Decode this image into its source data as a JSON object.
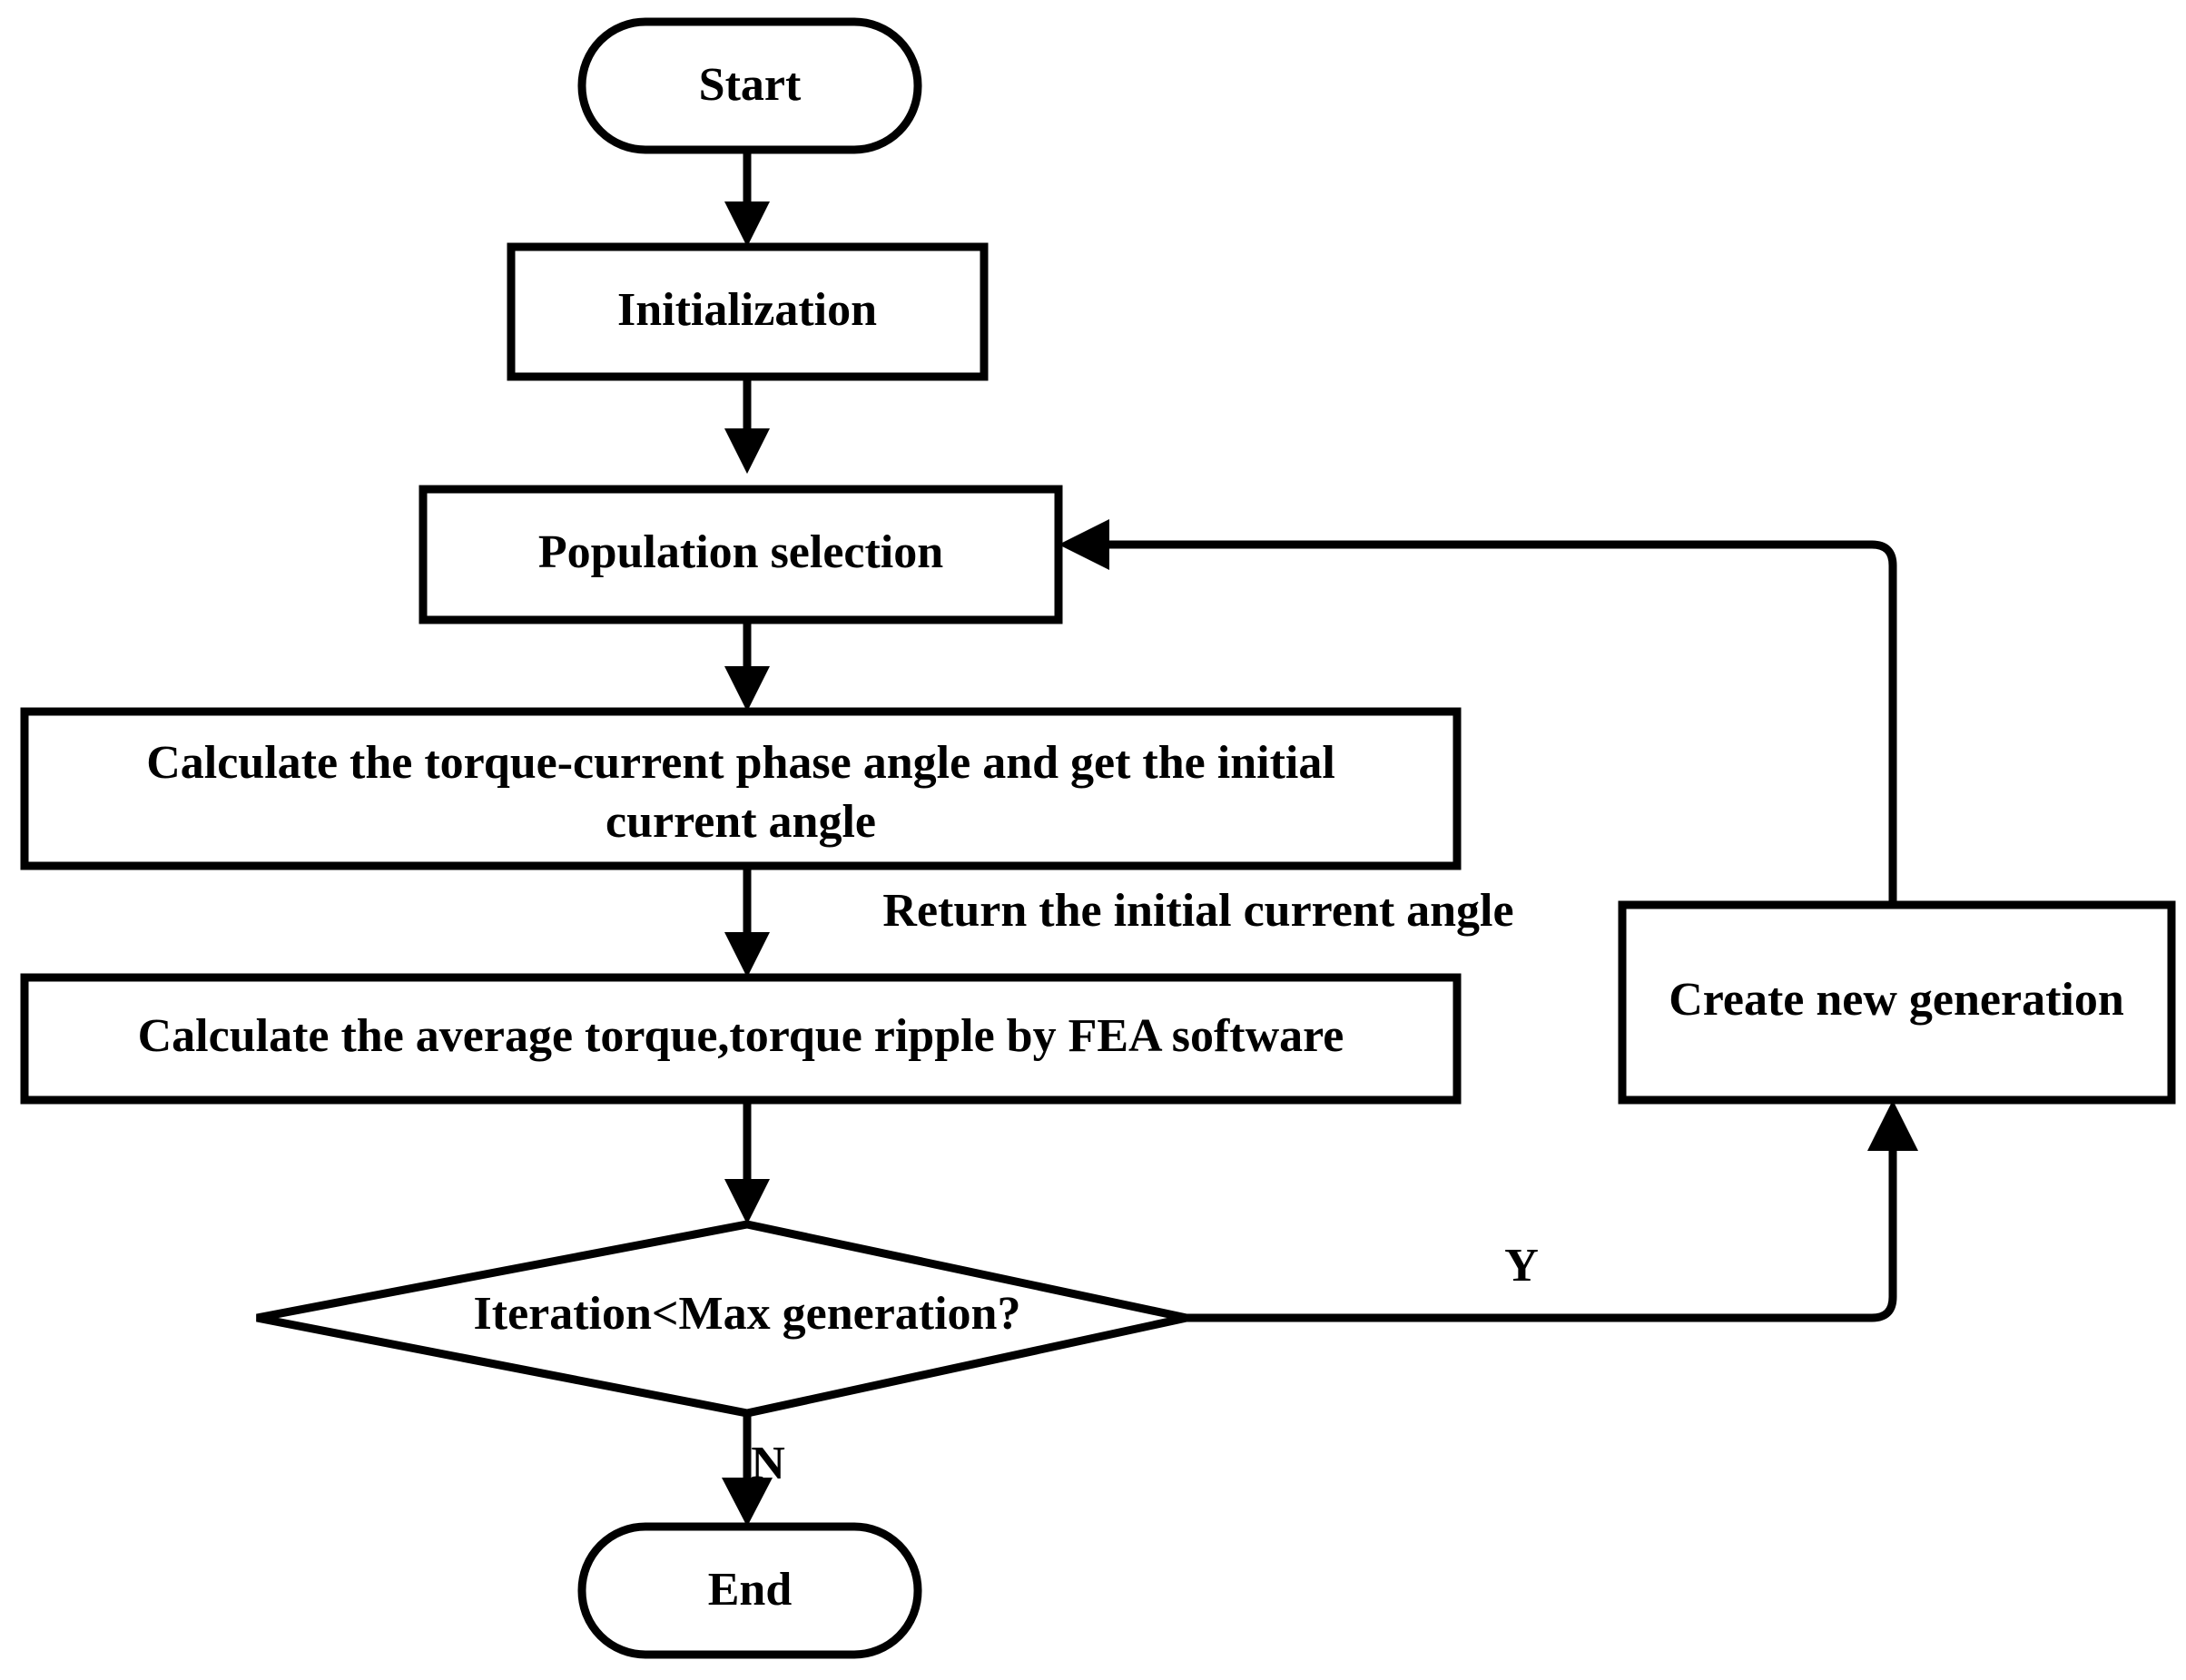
{
  "diagram": {
    "type": "flowchart",
    "title": "Optimization algorithm flowchart",
    "background_color": "#ffffff",
    "line_color": "#000000",
    "nodes": [
      {
        "id": "start",
        "shape": "terminator",
        "label": "Start"
      },
      {
        "id": "init",
        "shape": "process",
        "label": "Initialization"
      },
      {
        "id": "population",
        "shape": "process",
        "label": "Population selection"
      },
      {
        "id": "calc-angle-1",
        "shape": "process",
        "label": "Calculate the torque-current phase angle and get the initial"
      },
      {
        "id": "calc-angle-2",
        "shape": "process",
        "label": "current angle"
      },
      {
        "id": "calc-fea",
        "shape": "process",
        "label": "Calculate the average torque,torque ripple by FEA software"
      },
      {
        "id": "decision",
        "shape": "decision",
        "label": "Iteration<Max generation?"
      },
      {
        "id": "create-gen",
        "shape": "process",
        "label": "Create new generation"
      },
      {
        "id": "end",
        "shape": "terminator",
        "label": "End"
      }
    ],
    "edge_labels": {
      "return_angle": "Return the initial current angle",
      "yes": "Y",
      "no": "N"
    }
  }
}
